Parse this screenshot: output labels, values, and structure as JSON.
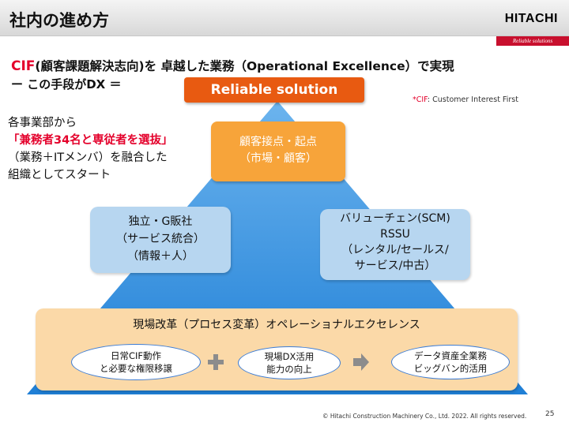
{
  "header": {
    "title": "社内の進め方",
    "logo": "HITACHI",
    "tagline": "Reliable solutions"
  },
  "headline": {
    "cif": "CIF",
    "rest": "(顧客課題解決志向)を 卓越した業務（Operational Excellence）で実現",
    "sub": "ー この手段がDX ＝"
  },
  "reliable_solution": "Reliable solution",
  "footnote": {
    "star": "*",
    "cif": "CIF",
    "text": ": Customer Interest First"
  },
  "left_text": {
    "line1": "各事業部から",
    "line2_red": "「兼務者34名と専従者を選抜」",
    "line3": "（業務＋ITメンバ）を融合した",
    "line4": "組織としてスタート"
  },
  "pyramid": {
    "top": {
      "line1": "顧客接点・起点",
      "line2": "（市場・顧客）"
    },
    "left": {
      "line1": "独立・G販社",
      "line2": "（サービス統合）",
      "line3": "（情報＋人）"
    },
    "right": {
      "line1": "バリューチェン(SCM)",
      "line2": "RSSU",
      "line3": "（レンタル/セールス/",
      "line4": "サービス/中古）"
    },
    "base": {
      "title": "現場改革（プロセス変革）オペレーショナルエクセレンス",
      "oval1": {
        "line1": "日常CIF動作",
        "line2": "と必要な権限移譲"
      },
      "oval2": {
        "line1": "現場DX活用",
        "line2": "能力の向上"
      },
      "oval3": {
        "line1": "データ資産全業務",
        "line2": "ビッグバン的活用"
      }
    }
  },
  "footer": {
    "copyright": "© Hitachi Construction Machinery Co., Ltd. 2022. All rights reserved.",
    "page": "25"
  },
  "colors": {
    "accent_red": "#e4002b",
    "orange": "#e85a11",
    "light_orange": "#f7a43a",
    "pyramid_blue": "#2f8fde",
    "light_blue": "#b7d6f0",
    "peach": "#fbd9a8"
  }
}
